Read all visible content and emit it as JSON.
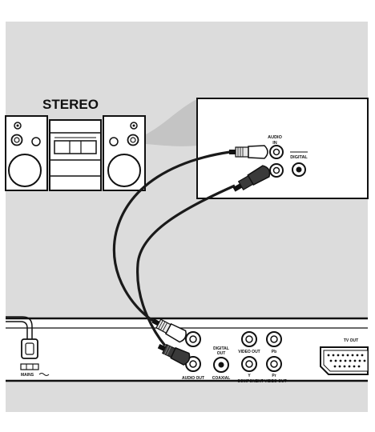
{
  "stereo": {
    "title": "STEREO"
  },
  "stereo_inputs": {
    "audio_in_line1": "AUDIO",
    "audio_in_line2": "IN",
    "digital": "DIGITAL"
  },
  "player_panel": {
    "mains": "MAINS",
    "digital_out_line1": "DIGITAL",
    "digital_out_line2": "OUT",
    "audio_out": "AUDIO OUT",
    "coaxial": "COAXIAL",
    "video_out": "VIDEO OUT",
    "pb": "Pb",
    "y": "Y",
    "pr": "Pr",
    "component_video_out": "COMPONENT VIDEO OUT",
    "tv_out": "TV OUT"
  },
  "colors": {
    "background_panel": "#dcdcdc",
    "line": "#111111",
    "cable": "#1a1a1a",
    "white_plug": "#e8e8e8",
    "red_plug_shaded": "#3a3a3a"
  }
}
